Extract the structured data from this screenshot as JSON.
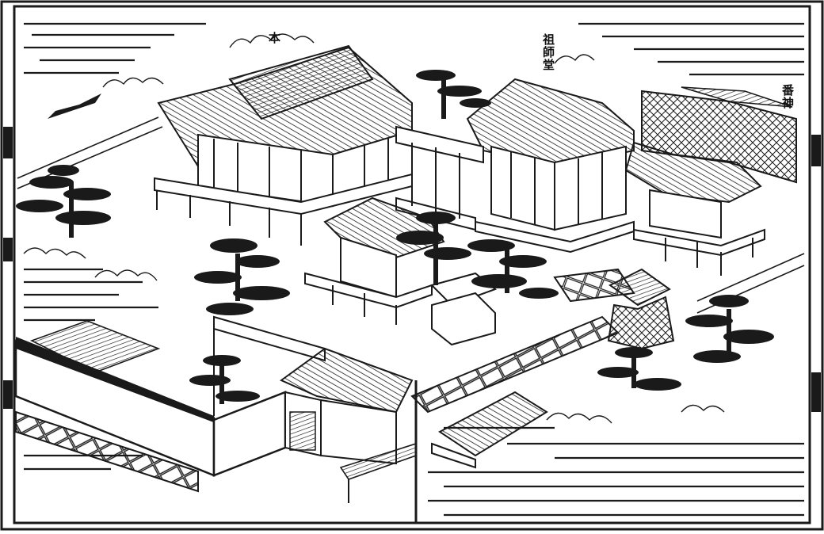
{
  "illustration": {
    "labels": {
      "main_hall": "本",
      "founder_hall": "祖師堂",
      "shrine": "番神"
    },
    "colors": {
      "ink": "#1a1a1a",
      "paper": "#ffffff",
      "shade": "#555555"
    }
  }
}
